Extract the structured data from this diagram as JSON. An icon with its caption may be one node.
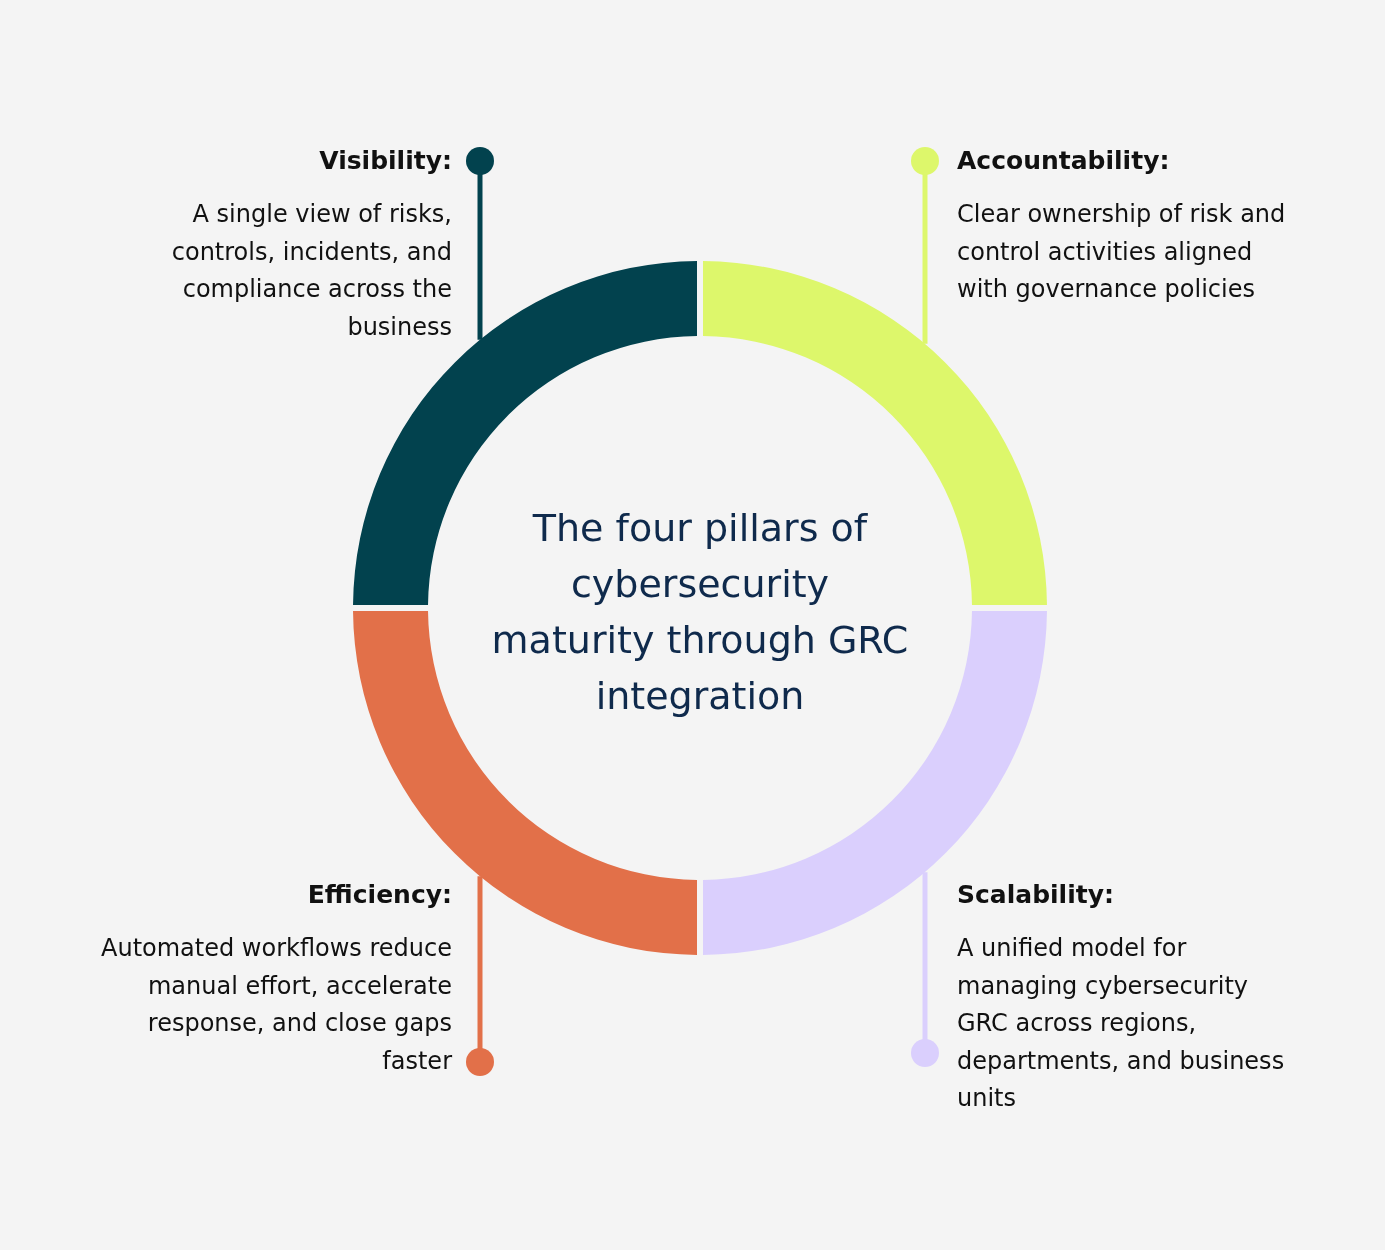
{
  "diagram": {
    "title": "The four pillars of cybersecurity maturity through GRC integration",
    "nodes": [
      {
        "text": [
          "Visibility:",
          "A single view of risks, controls, incidents, and compliance across the business"
        ]
      },
      {
        "text": [
          "Accountability:",
          "Clear ownership of risk and control activities aligned with governance policies"
        ]
      },
      {
        "text": [],
        "shape": "arc"
      },
      {
        "text": [],
        "shape": "arc"
      },
      {
        "text": [],
        "shape": "arc"
      },
      {
        "text": [],
        "shape": "arc"
      },
      {
        "text": [
          "Efficiency:",
          "Automated workflows reduce manual effort, accelerate response, and close gaps faster"
        ]
      },
      {
        "text": [
          "Scalability:",
          "A unified model for managing cybersecurity GRC across regions, departments, and business units"
        ]
      }
    ],
    "edges": [
      {
        "from": 0,
        "to": 2,
        "arrow": "other",
        "color": "#02424e"
      },
      {
        "from": 1,
        "to": 3,
        "arrow": "other",
        "color": "#ddf76b"
      },
      {
        "from": 6,
        "to": 4,
        "arrow": "other",
        "color": "#e27049"
      },
      {
        "from": 7,
        "to": 5,
        "arrow": "other",
        "color": "#dacffd"
      }
    ]
  }
}
